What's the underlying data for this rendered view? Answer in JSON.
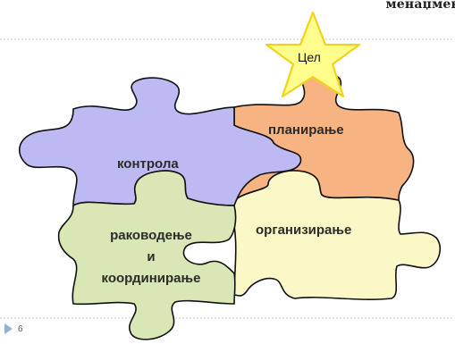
{
  "header": {
    "title": "менаџмен"
  },
  "goal": {
    "label": "Цел"
  },
  "pieces": {
    "control": {
      "label": "контрола",
      "color": "#bdb9f2"
    },
    "planning": {
      "label": "планирање",
      "color": "#f8b382"
    },
    "leading": {
      "lines": [
        "раководење",
        "и",
        "координирање"
      ],
      "color": "#d8e7b5"
    },
    "organizing": {
      "label": "организирање",
      "color": "#fbf8c8"
    }
  },
  "star": {
    "fill": "#fffd8c",
    "stroke": "#f2d21a"
  },
  "footer": {
    "slide_number": "6"
  }
}
